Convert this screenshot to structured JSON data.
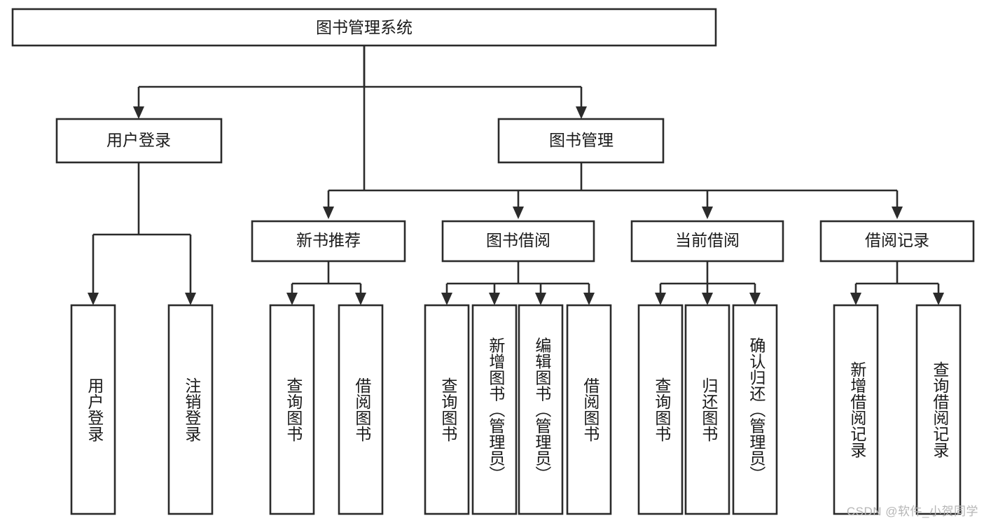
{
  "diagram": {
    "type": "hierarchy-tree",
    "title": "图书管理系统",
    "watermark": "CSDN @软件_小贺同学",
    "colors": {
      "stroke": "#2b2b2b",
      "fill": "#ffffff",
      "text": "#1a1a1a",
      "watermark": "#b6b6b6"
    },
    "root": {
      "label": "图书管理系统"
    },
    "level2": [
      {
        "label": "用户登录"
      },
      {
        "label": "图书管理"
      }
    ],
    "level3": [
      {
        "label": "新书推荐"
      },
      {
        "label": "图书借阅"
      },
      {
        "label": "当前借阅"
      },
      {
        "label": "借阅记录"
      }
    ],
    "leaves": {
      "user_login": [
        {
          "label": "用户登录"
        },
        {
          "label": "注销登录"
        }
      ],
      "new_book_recommend": [
        {
          "label": "查询图书"
        },
        {
          "label": "借阅图书"
        }
      ],
      "book_borrow": [
        {
          "label": "查询图书"
        },
        {
          "label": "新增图书（管理员）"
        },
        {
          "label": "编辑图书（管理员）"
        },
        {
          "label": "借阅图书"
        }
      ],
      "current_borrow": [
        {
          "label": "查询图书"
        },
        {
          "label": "归还图书"
        },
        {
          "label": "确认归还（管理员）"
        }
      ],
      "borrow_record": [
        {
          "label": "新增借阅记录"
        },
        {
          "label": "查询借阅记录"
        }
      ]
    }
  }
}
